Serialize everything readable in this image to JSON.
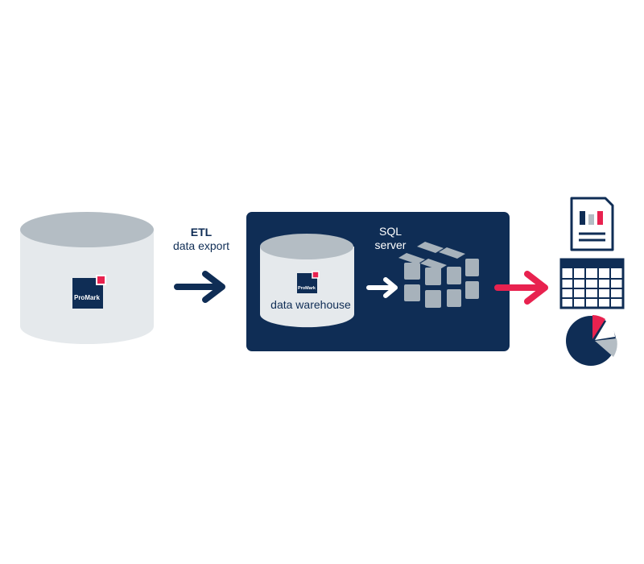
{
  "source_logo": {
    "text": "ProMark"
  },
  "etl": {
    "title": "ETL",
    "subtitle": "data export"
  },
  "server": {
    "title": "SQL",
    "subtitle": "server"
  },
  "warehouse": {
    "logo_text": "ProMark",
    "label": "data warehouse"
  },
  "colors": {
    "navy": "#0f2d55",
    "pink": "#e8224f",
    "light_gray": "#e5e9ec",
    "mid_gray": "#b4bdc4",
    "cube_gray": "#a7b2bb"
  },
  "icons": [
    "source-database-icon",
    "arrow-right-icon",
    "warehouse-database-icon",
    "olap-cube-icon",
    "report-document-icon",
    "table-grid-icon",
    "pie-chart-icon"
  ]
}
